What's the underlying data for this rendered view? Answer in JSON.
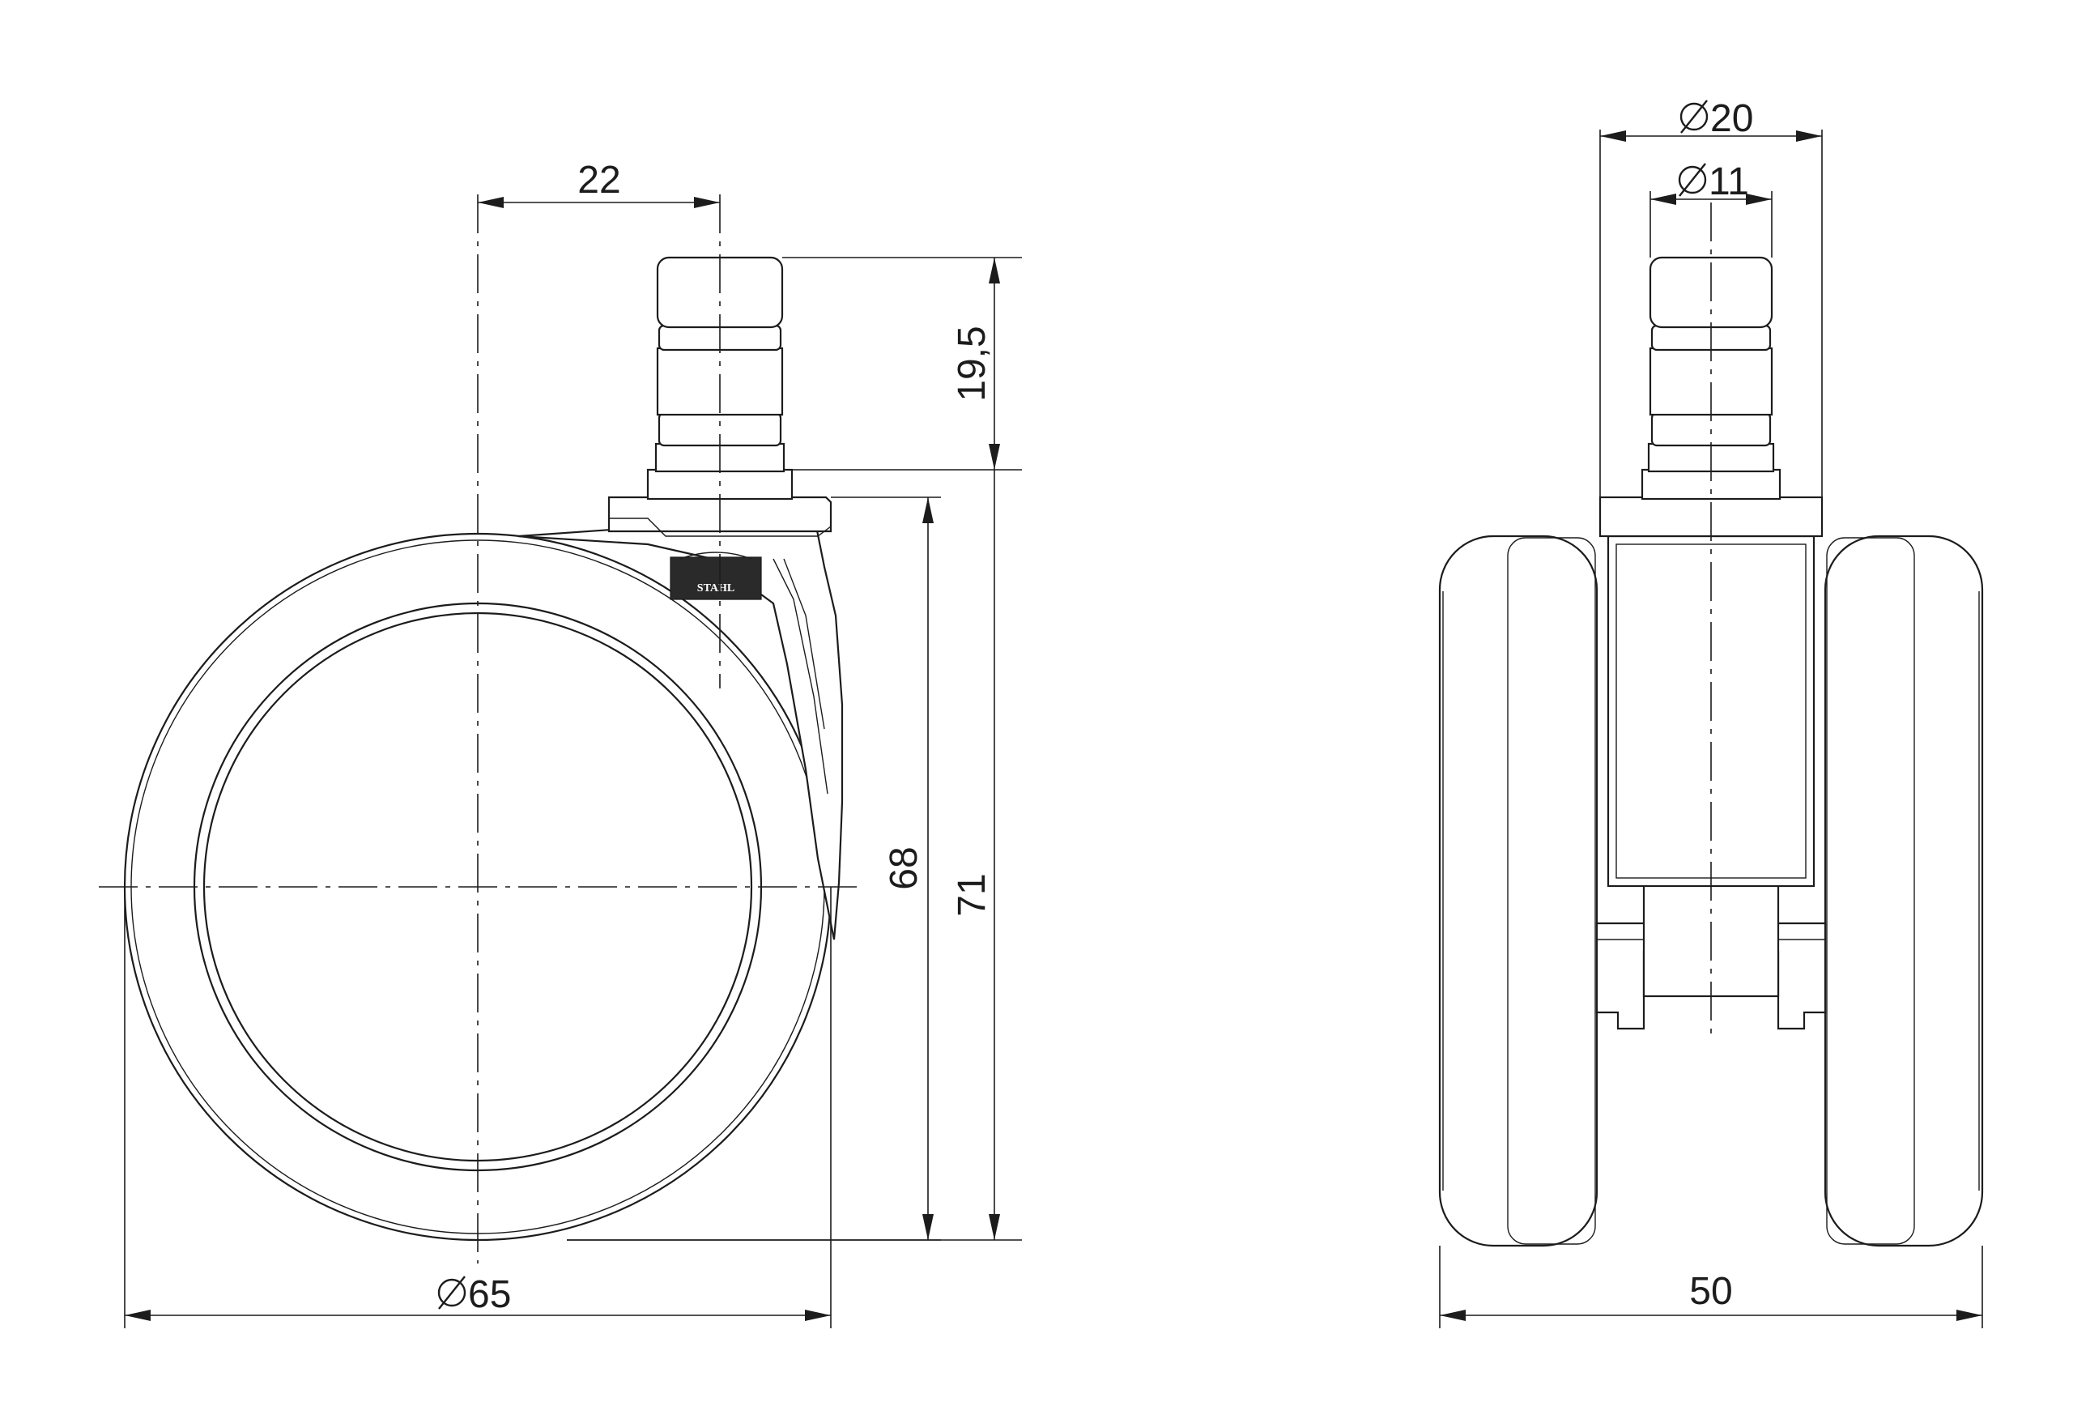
{
  "drawing": {
    "logo_text": "STAHL",
    "side_view": {
      "offset_label": "22",
      "stem_height_label": "19,5",
      "wheel_height_label": "68",
      "total_height_label": "71",
      "wheel_diameter_label": "65",
      "diameter_symbol": "⌀"
    },
    "front_view": {
      "housing_diameter_label": "20",
      "stem_diameter_label": "11",
      "total_width_label": "50",
      "diameter_symbol": "⌀"
    }
  }
}
